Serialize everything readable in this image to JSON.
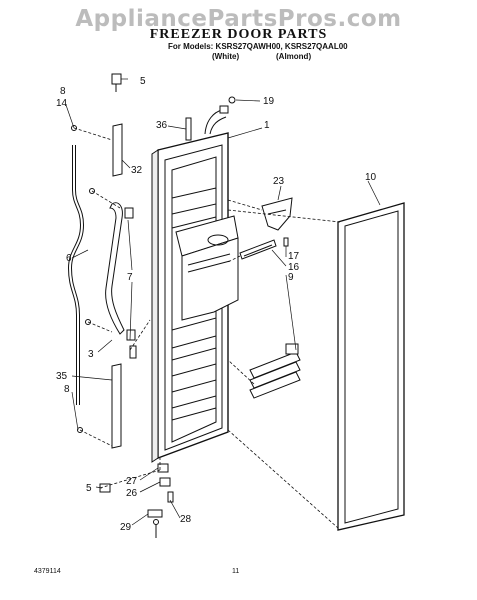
{
  "watermark": "AppliancePartsPros.com",
  "title": "FREEZER DOOR PARTS",
  "models_line": "For Models: KSRS27QAWH00, KSRS27QAAL00",
  "variants": [
    "(White)",
    "(Almond)"
  ],
  "callouts": {
    "c1": "1",
    "c3": "3",
    "c5a": "5",
    "c5b": "5",
    "c6": "6",
    "c7": "7",
    "c8a": "8",
    "c8b": "8",
    "c9": "9",
    "c10": "10",
    "c14": "14",
    "c16": "16",
    "c17": "17",
    "c19": "19",
    "c23": "23",
    "c26": "26",
    "c27": "27",
    "c28": "28",
    "c29": "29",
    "c32": "32",
    "c35": "35",
    "c36": "36"
  },
  "footer": {
    "left": "4379114",
    "page": "11"
  }
}
